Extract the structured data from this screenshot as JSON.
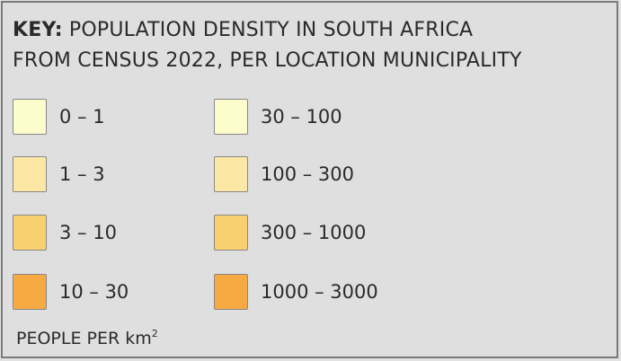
{
  "legend": {
    "key_label": "KEY:",
    "title_line1_rest": " POPULATION DENSITY IN SOUTH AFRICA",
    "title_line2": "FROM CENSUS 2022, PER LOCATION MUNICIPALITY",
    "left_column": [
      {
        "label": "0 – 1",
        "color": "#fdfccd"
      },
      {
        "label": "1 – 3",
        "color": "#fce8a4"
      },
      {
        "label": "3 – 10",
        "color": "#f8d070"
      },
      {
        "label": "10 – 30",
        "color": "#f8aa42"
      }
    ],
    "right_column": [
      {
        "label": "30 – 100",
        "color": "#fdfccd"
      },
      {
        "label": "100 – 300",
        "color": "#fce8a4"
      },
      {
        "label": "300 – 1000",
        "color": "#f8d070"
      },
      {
        "label": "1000 – 3000",
        "color": "#f8aa42"
      }
    ],
    "unit_prefix": "PEOPLE PER km",
    "unit_superscript": "2"
  }
}
